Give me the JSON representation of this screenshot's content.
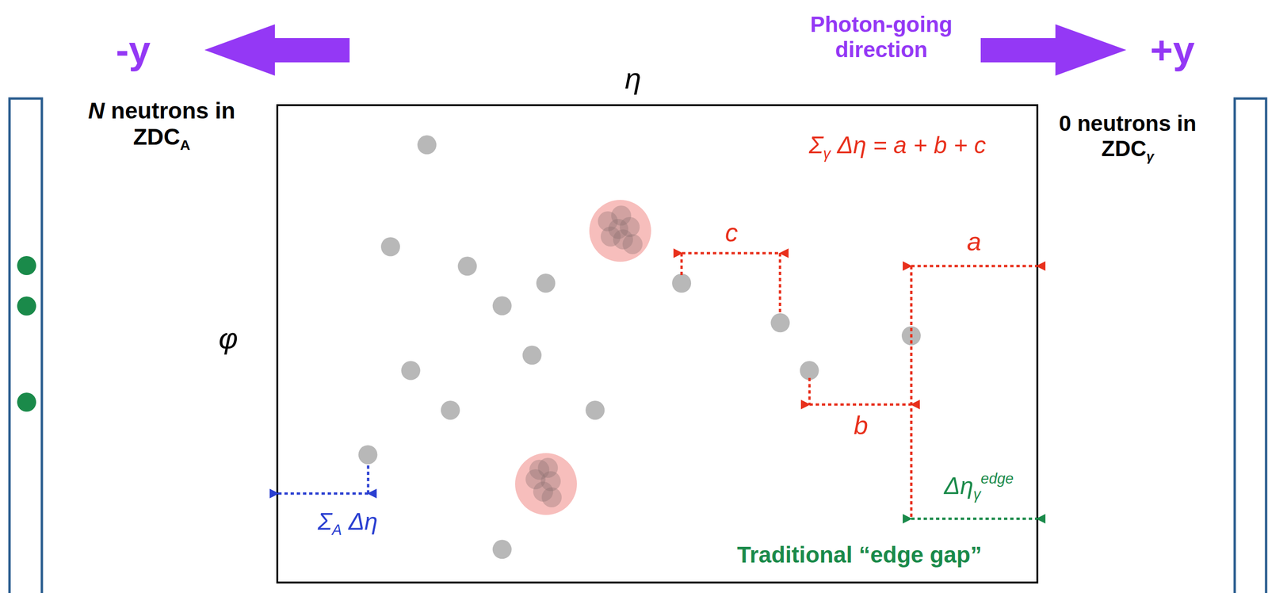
{
  "diagram": {
    "labels": [
      "-y",
      "Photon-going direction",
      "+y",
      "η",
      "N",
      "neutrons in ZDC",
      "A",
      "0 neutrons in ZDC",
      "γ",
      "φ",
      "Σ",
      "γ",
      "Δη = a + b + c",
      "c",
      "a",
      "b",
      "Δη",
      "γ",
      "edge",
      "Σ",
      "A",
      "Δη",
      "Traditional “edge gap”"
    ]
  }
}
